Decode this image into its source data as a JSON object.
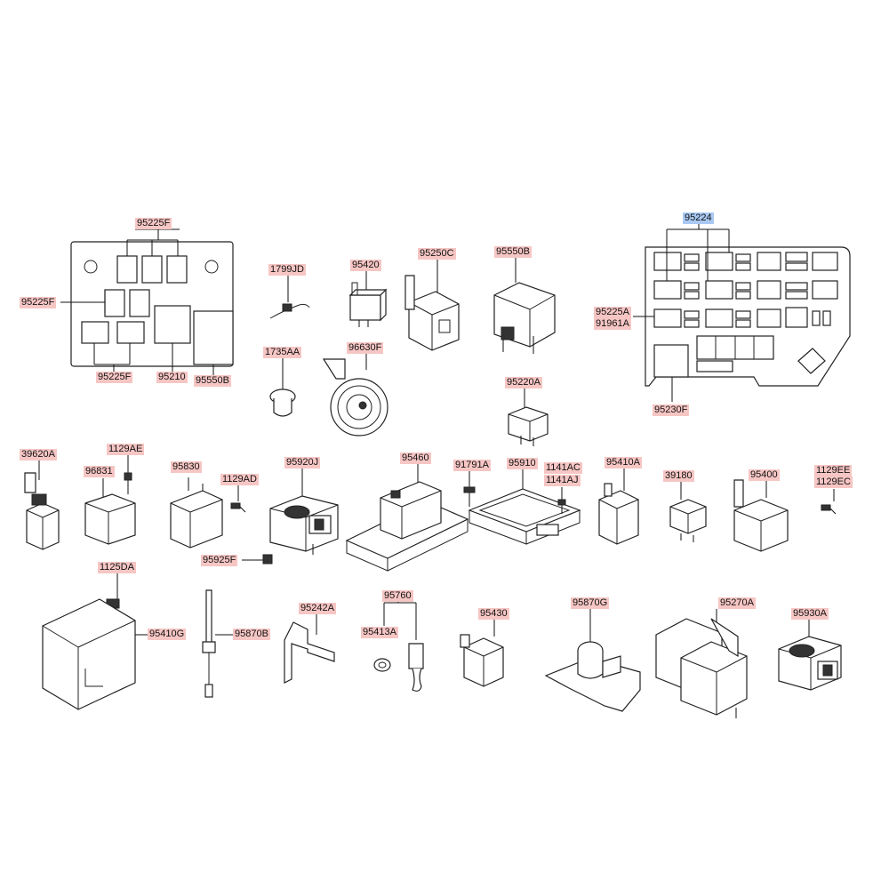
{
  "labels": {
    "p95225F_top": "95225F",
    "p95225F_left": "95225F",
    "p95225F_bottom": "95225F",
    "p95210": "95210",
    "p95550B_a": "95550B",
    "p1799JD": "1799JD",
    "p95420": "95420",
    "p95250C": "95250C",
    "p95550B_b": "95550B",
    "p1735AA": "1735AA",
    "p96630F": "96630F",
    "p95220A": "95220A",
    "p95224": "95224",
    "p95225A": "95225A",
    "p91961A": "91961A",
    "p95230F": "95230F",
    "p39620A": "39620A",
    "p1129AE": "1129AE",
    "p96831": "96831",
    "p95830": "95830",
    "p1129AD": "1129AD",
    "p95920J": "95920J",
    "p95460": "95460",
    "p91791A": "91791A",
    "p95910": "95910",
    "p1141AC": "1141AC",
    "p1141AJ": "1141AJ",
    "p95410A": "95410A",
    "p39180": "39180",
    "p95400": "95400",
    "p1129EE": "1129EE",
    "p1129EC": "1129EC",
    "p95925F": "95925F",
    "p1125DA": "1125DA",
    "p95410G": "95410G",
    "p95870B": "95870B",
    "p95242A": "95242A",
    "p95760": "95760",
    "p95413A": "95413A",
    "p95430": "95430",
    "p95870G": "95870G",
    "p95270A": "95270A",
    "p95930A": "95930A"
  },
  "colors": {
    "label_bg": "#f6c6c4",
    "label_selected_bg": "#a9c9f3",
    "line": "#222222"
  }
}
